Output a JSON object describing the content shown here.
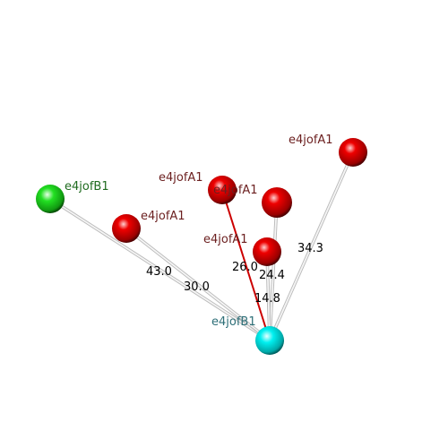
{
  "atoms": [
    {
      "id": "center",
      "label": "e4jofB1",
      "color": "cyan",
      "label_color": "#2e6f78"
    },
    {
      "id": "green",
      "label": "e4jofB1",
      "color": "green",
      "label_color": "#1f6b1f"
    },
    {
      "id": "r1",
      "label": "e4jofA1",
      "color": "red",
      "label_color": "#6b1f1f"
    },
    {
      "id": "r2",
      "label": "e4jofA1",
      "color": "red",
      "label_color": "#6b1f1f"
    },
    {
      "id": "r3",
      "label": "e4jofA1",
      "color": "red",
      "label_color": "#6b1f1f"
    },
    {
      "id": "r4",
      "label": "e4jofA1",
      "color": "red",
      "label_color": "#6b1f1f"
    },
    {
      "id": "r5",
      "label": "e4jofA1",
      "color": "red",
      "label_color": "#6b1f1f"
    }
  ],
  "distances": [
    {
      "to": "green",
      "value": "43.0",
      "highlight": false
    },
    {
      "to": "r1",
      "value": "30.0",
      "highlight": false
    },
    {
      "to": "r2",
      "value": "26.0",
      "highlight": true
    },
    {
      "to": "r3",
      "value": "24.4",
      "highlight": false
    },
    {
      "to": "r4",
      "value": "14.8",
      "highlight": false
    },
    {
      "to": "r5",
      "value": "34.3",
      "highlight": false
    }
  ],
  "colors": {
    "cyan": "#00e5e5",
    "green": "#22dd22",
    "red": "#dd0000",
    "bond": "#c8c8c8",
    "highlight_bond": "#cc0000"
  }
}
